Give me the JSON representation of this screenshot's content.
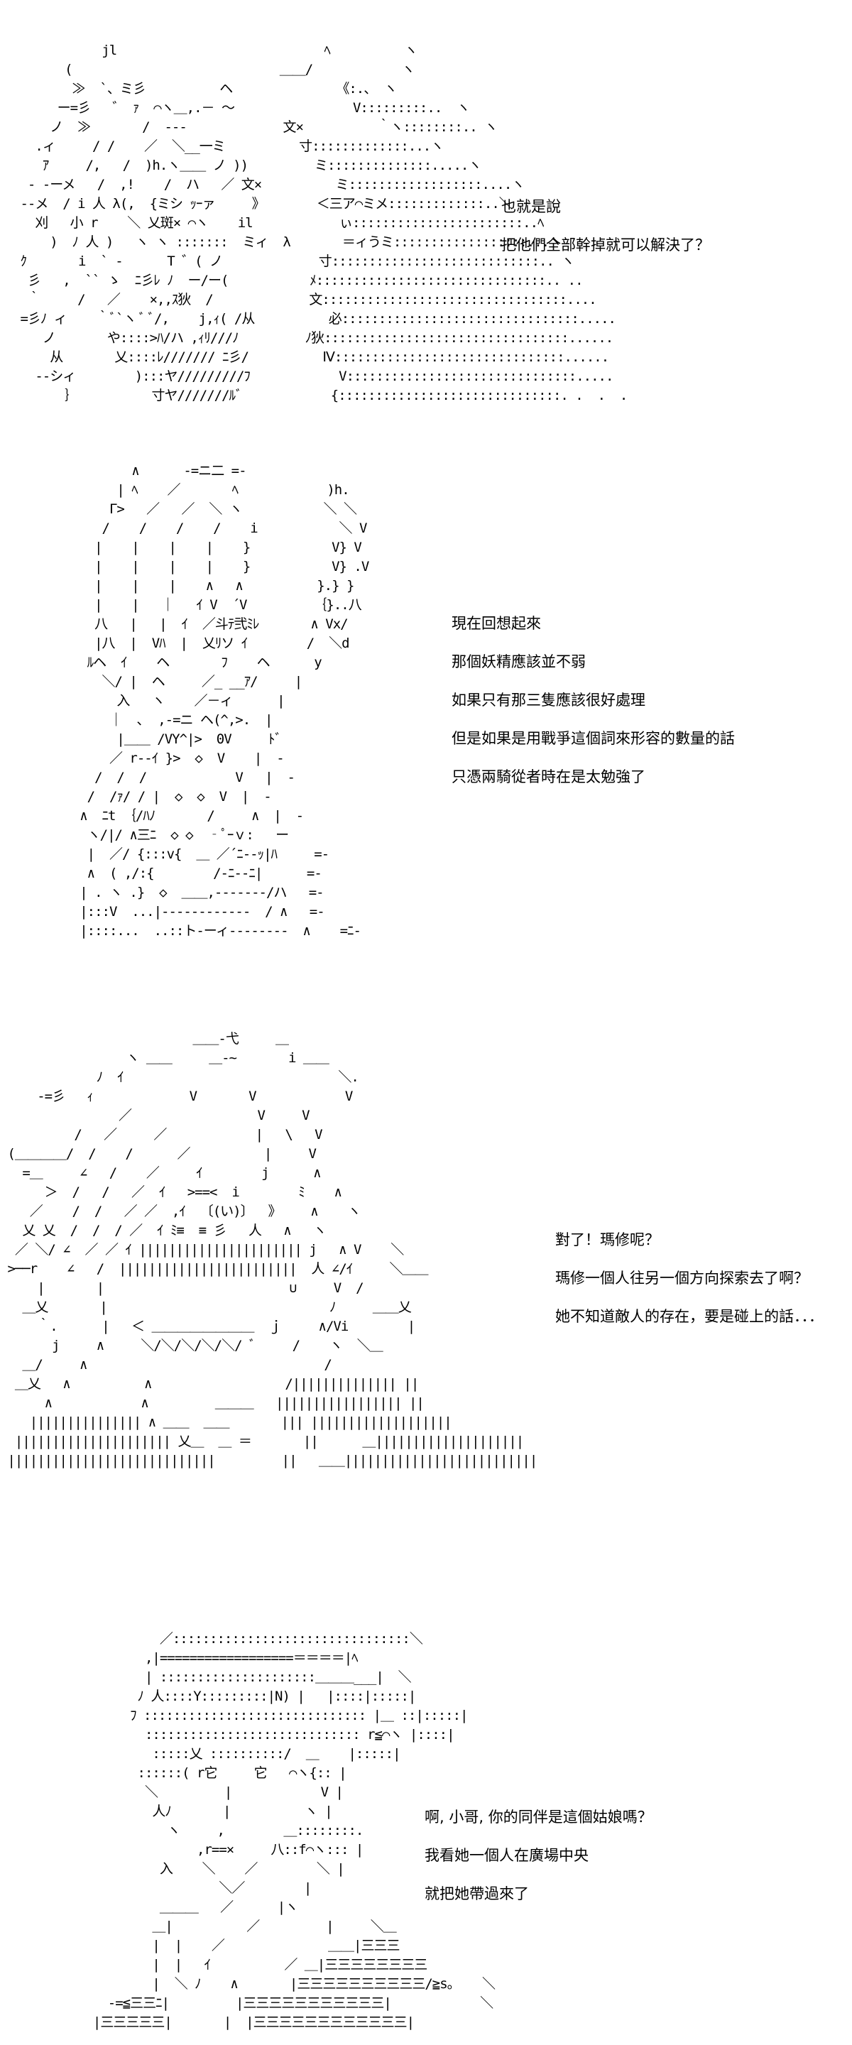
{
  "panels": [
    {
      "lines": [
        "也就是說",
        "把他們全部幹掉就可以解決了？"
      ]
    },
    {
      "lines": [
        "現在回想起來",
        "那個妖精應該並不弱",
        "如果只有那三隻應該很好處理",
        "但是如果是用戰爭這個詞來形容的數量的話",
        "只憑兩騎從者時在是太勉強了"
      ]
    },
    {
      "lines": [
        "對了！瑪修呢？",
        "瑪修一個人往另一個方向探索去了啊？",
        "她不知道敵人的存在，要是碰上的話．．．"
      ]
    },
    {
      "lines": [
        "啊, 小哥, 你的同伴是這個姑娘嗎？",
        "我看她一個人在廣場中央",
        "就把她帶過來了"
      ]
    }
  ]
}
